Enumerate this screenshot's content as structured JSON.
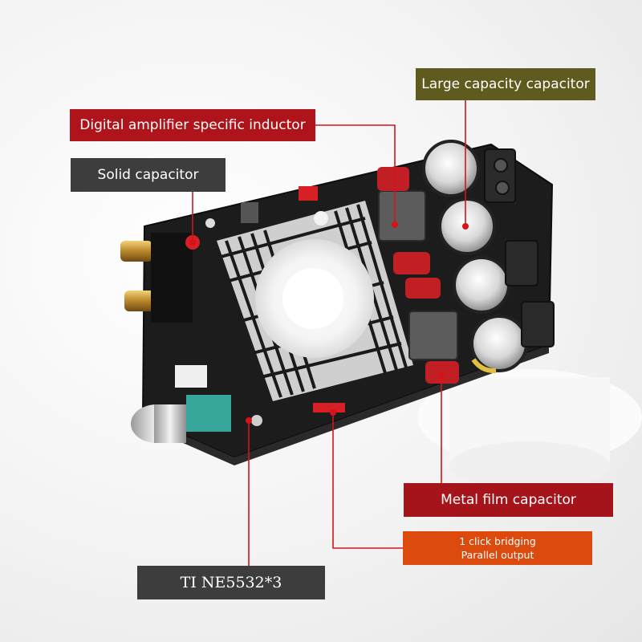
{
  "labels": {
    "large_capacity": "Large capacity capacitor",
    "inductor": "Digital amplifier specific inductor",
    "solid_capacitor": "Solid capacitor",
    "metal_film": "Metal film capacitor",
    "bridging_line1": "1 click bridging",
    "bridging_line2": "Parallel output",
    "ne5532": "TI NE5532*3"
  },
  "colors": {
    "red_label": "#b0141b",
    "olive_label": "#5f5a1e",
    "gray_label": "#3d3d3d",
    "orange_label": "#dc4a0e",
    "leader_line": "#d4141a",
    "pcb": "#1c1c1c"
  }
}
